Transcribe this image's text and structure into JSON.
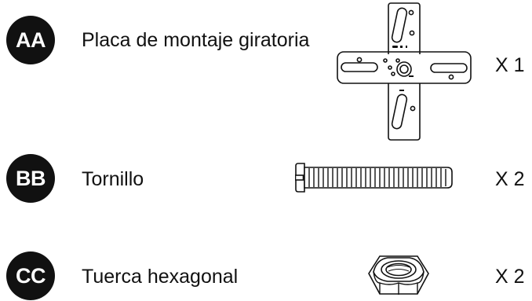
{
  "items": [
    {
      "code": "AA",
      "name": "Placa de montaje giratoria",
      "quantity": "X 1",
      "icon": "swivel-mounting-plate-icon"
    },
    {
      "code": "BB",
      "name": "Tornillo",
      "quantity": "X 2",
      "icon": "screw-icon"
    },
    {
      "code": "CC",
      "name": "Tuerca hexagonal",
      "quantity": "X 2",
      "icon": "hex-nut-icon"
    }
  ]
}
